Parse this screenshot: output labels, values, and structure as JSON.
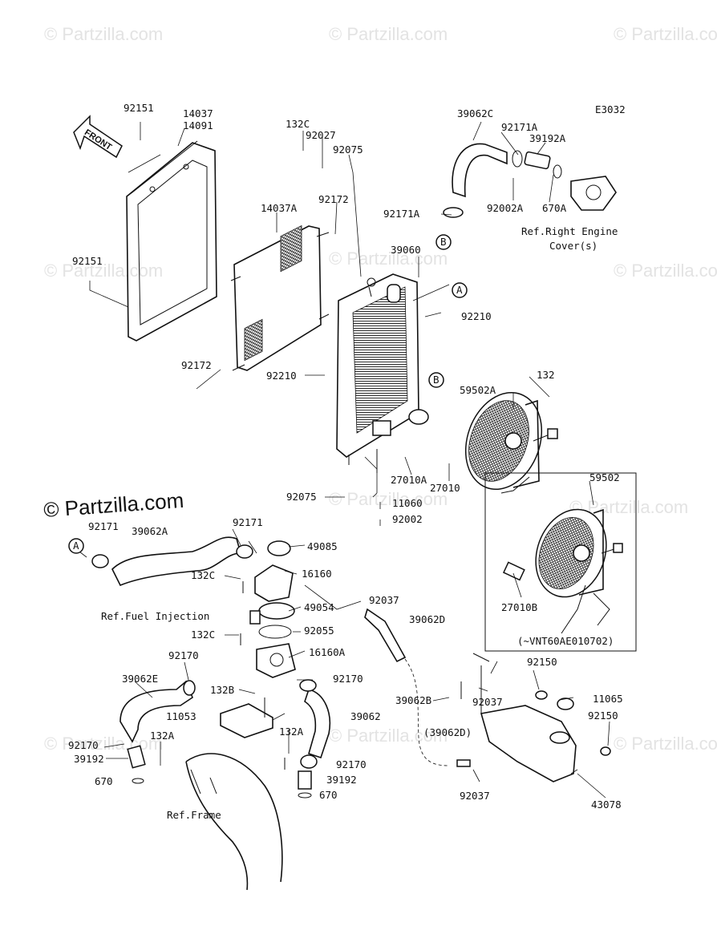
{
  "diagram_code": "E3032",
  "copyright": "© Partzilla.com",
  "watermark": "© Partzilla.com",
  "front_label": "FRONT",
  "callouts": {
    "a": "A",
    "b": "B"
  },
  "notes": {
    "ref_engine_line1": "Ref.Right Engine",
    "ref_engine_line2": "Cover(s)",
    "ref_fuel": "Ref.Fuel Injection",
    "ref_frame": "Ref.Frame",
    "serial_note": "(~VNT60AE010702)"
  },
  "parts": {
    "p92151_top": "92151",
    "p14037": "14037",
    "p14091": "14091",
    "p92151_left": "92151",
    "p132C_top": "132C",
    "p92027": "92027",
    "p92075_top": "92075",
    "p92172_top": "92172",
    "p14037A": "14037A",
    "p39062C": "39062C",
    "p92171A_top": "92171A",
    "p39192A": "39192A",
    "p92002A": "92002A",
    "p670A": "670A",
    "p92171A_mid": "92171A",
    "p39060": "39060",
    "p92210_right": "92210",
    "p92172_left": "92172",
    "p92210_mid": "92210",
    "p132": "132",
    "p59502A": "59502A",
    "p27010A": "27010A",
    "p27010": "27010",
    "p92075_bot": "92075",
    "p11060": "11060",
    "p92002": "92002",
    "p59502": "59502",
    "p27010B": "27010B",
    "p92171_left": "92171",
    "p39062A": "39062A",
    "p92171_mid": "92171",
    "p49085": "49085",
    "p132C_mid": "132C",
    "p16160": "16160",
    "p49054": "49054",
    "p92037_top": "92037",
    "p39062D": "39062D",
    "p92055": "92055",
    "p132C_low": "132C",
    "p16160A": "16160A",
    "p92170_top": "92170",
    "p92170_right": "92170",
    "p39062E": "39062E",
    "p132B": "132B",
    "p11053": "11053",
    "p39062": "39062",
    "p132A_left": "132A",
    "p132A_right": "132A",
    "p92170_left": "92170",
    "p92170_bot": "92170",
    "p39192_left": "39192",
    "p39192_right": "39192",
    "p670_left": "670",
    "p670_right": "670",
    "p39062B": "39062B",
    "p92037_mid": "92037",
    "p39062D_paren": "(39062D)",
    "p92037_bot": "92037",
    "p92150_top": "92150",
    "p11065": "11065",
    "p92150_right": "92150",
    "p43078": "43078"
  }
}
